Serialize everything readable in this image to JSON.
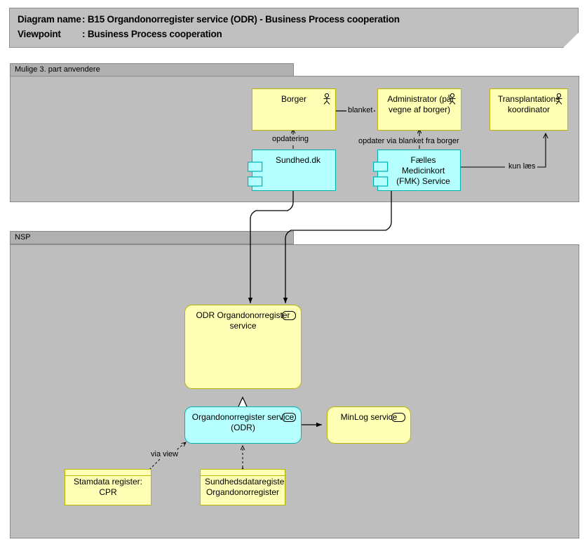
{
  "header": {
    "diagram_name_label": "Diagram name",
    "diagram_name_value": ": B15 Organdonorregister service (ODR) - Business Process cooperation",
    "viewpoint_label": "Viewpoint",
    "viewpoint_value": ": Business Process cooperation"
  },
  "groups": [
    {
      "id": "third-party",
      "title": "Mulige 3. part anvendere"
    },
    {
      "id": "nsp",
      "title": "NSP"
    }
  ],
  "nodes": [
    {
      "id": "borger",
      "label": "Borger",
      "type": "business-actor",
      "color": "#ffffb5"
    },
    {
      "id": "administrator",
      "label": "Administrator (på vegne af borger)",
      "type": "business-actor",
      "color": "#ffffb5"
    },
    {
      "id": "transplantations-koordinator",
      "label": "Transplantations koordinator",
      "type": "business-actor",
      "color": "#ffffb5"
    },
    {
      "id": "sundhed-dk",
      "label": "Sundhed.dk",
      "type": "application-component",
      "color": "#b5ffff"
    },
    {
      "id": "fmk-service",
      "label": "Fælles Medicinkort (FMK) Service",
      "type": "application-component",
      "color": "#b5ffff"
    },
    {
      "id": "odr-organdonorregister-service",
      "label": "ODR Organdonorregister service",
      "type": "application-service",
      "color": "#ffffb5"
    },
    {
      "id": "organdonorregister-service-odr",
      "label": "Organdonorregister service (ODR)",
      "type": "application-component-service",
      "color": "#b5ffff"
    },
    {
      "id": "minlog-service",
      "label": "MinLog service",
      "type": "application-service",
      "color": "#ffffb5"
    },
    {
      "id": "stamdata-register-cpr",
      "label": "Stamdata register: CPR",
      "type": "data-object",
      "color": "#ffffb5"
    },
    {
      "id": "sundhedsdataregister-organdonorregister",
      "label": "Sundhedsdataregister: Organdonorregister",
      "type": "data-object",
      "color": "#ffffb5"
    }
  ],
  "connector_labels": {
    "blanket": "blanket",
    "opdatering": "opdatering",
    "opdater_via_blanket": "opdater via blanket fra borger",
    "kun_laes": "kun læs",
    "via_view": "via view"
  },
  "colors": {
    "background": "#ffffff",
    "group_fill": "#bebebe",
    "group_header_fill": "#b0b0b0",
    "title_fill": "#c0c0c0",
    "yellow_fill": "#ffffb5",
    "yellow_border": "#b8b800",
    "cyan_fill": "#b5ffff",
    "cyan_border": "#00b2b2",
    "line": "#000000"
  }
}
